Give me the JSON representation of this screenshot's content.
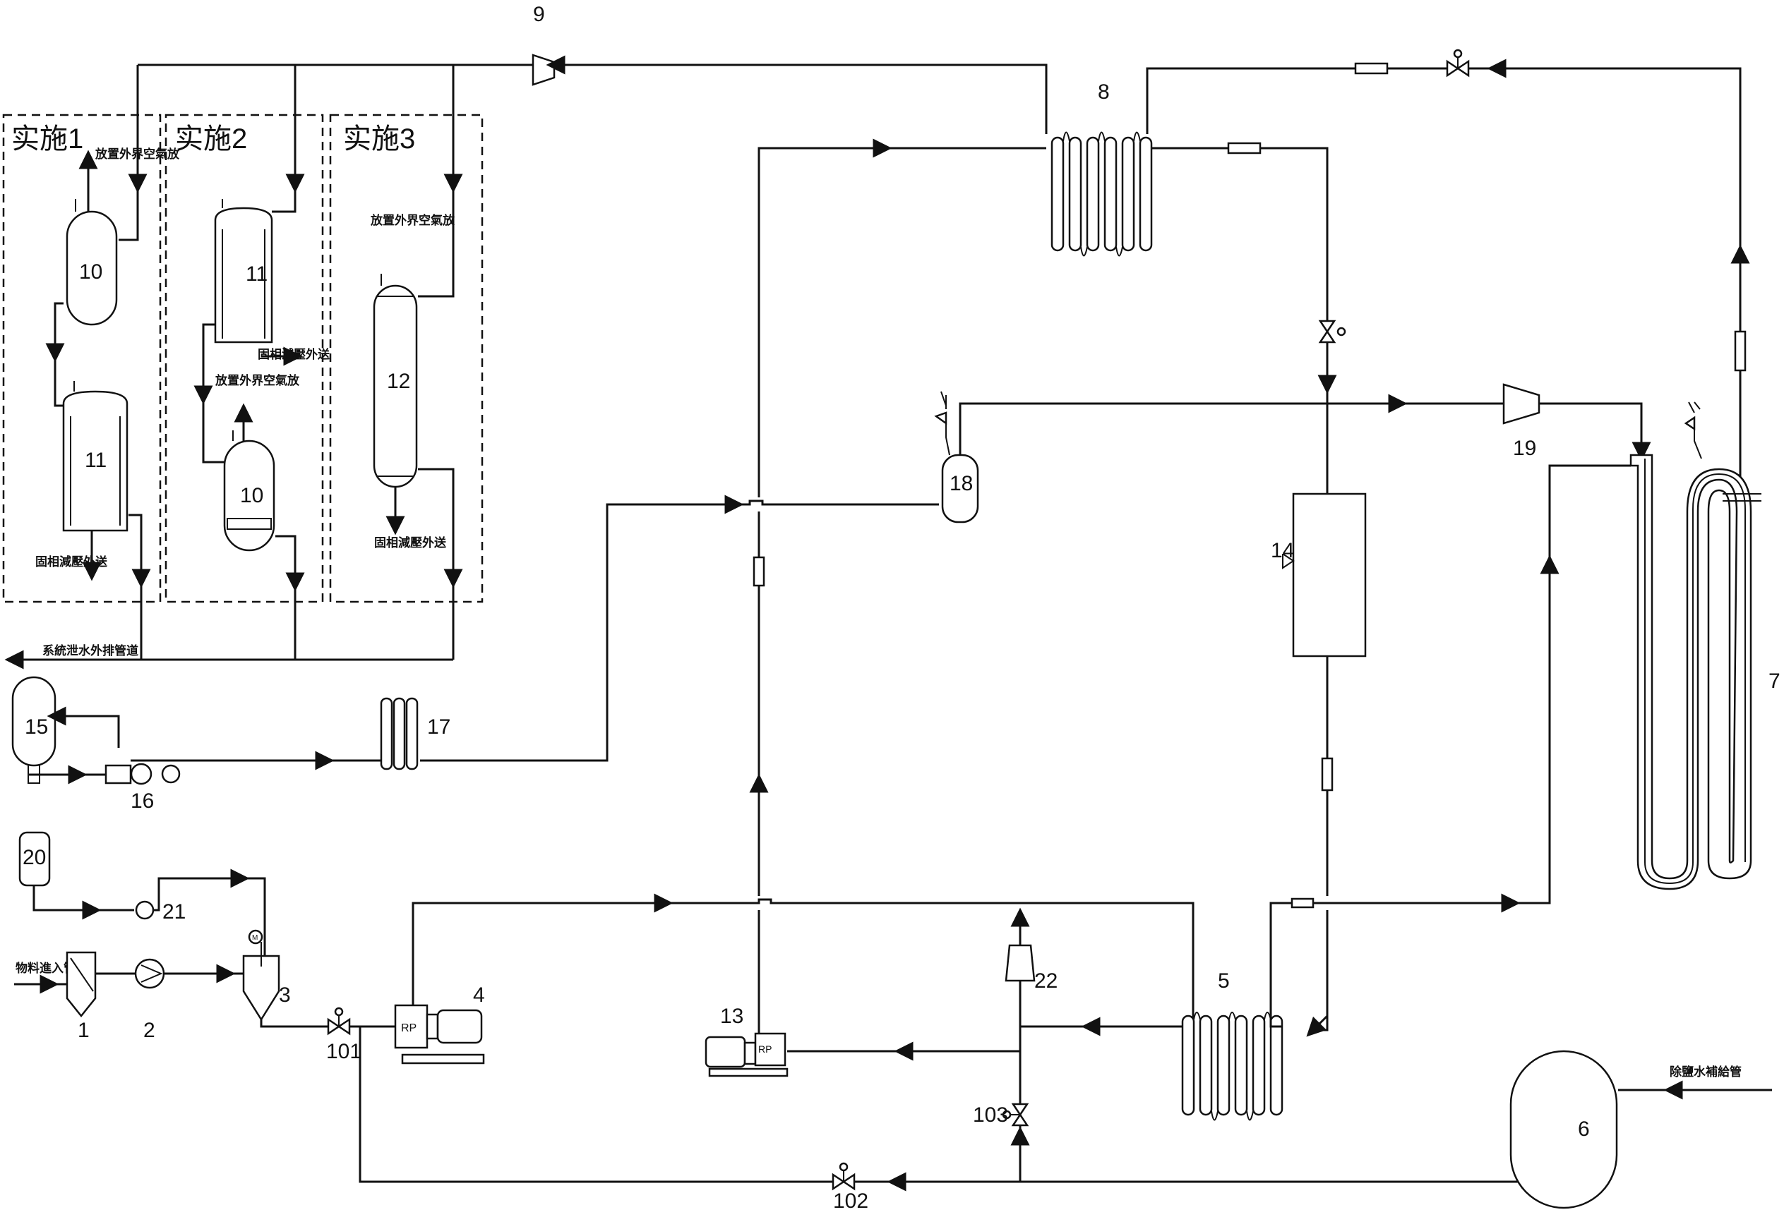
{
  "zones": {
    "z1": "实施1",
    "z2": "实施2",
    "z3": "实施3"
  },
  "notes": {
    "z1_vent": "放置外界空氣放",
    "z1_solid": "固相減壓外送",
    "z2_solid": "固相減壓外送",
    "z2_vent": "放置外界空氣放",
    "z3_vent": "放置外界空氣放",
    "z3_solid": "固相減壓外送",
    "system_drain": "系統泄水外排管道",
    "feed_inlet": "物料進入管道",
    "water_inlet": "除鹽水補給管"
  },
  "labels": {
    "n1": "1",
    "n2": "2",
    "n3": "3",
    "n4": "4",
    "n5": "5",
    "n6": "6",
    "n7": "7",
    "n8": "8",
    "n9": "9",
    "n10a": "10",
    "n10b": "10",
    "n11a": "11",
    "n11b": "11",
    "n12": "12",
    "n13": "13",
    "n14": "14",
    "n15": "15",
    "n16": "16",
    "n17": "17",
    "n18": "18",
    "n19": "19",
    "n20": "20",
    "n21": "21",
    "n22": "22",
    "n101": "101",
    "n102": "102",
    "n103": "103",
    "rp4": "RP",
    "rp13": "RP",
    "m3": "M"
  }
}
